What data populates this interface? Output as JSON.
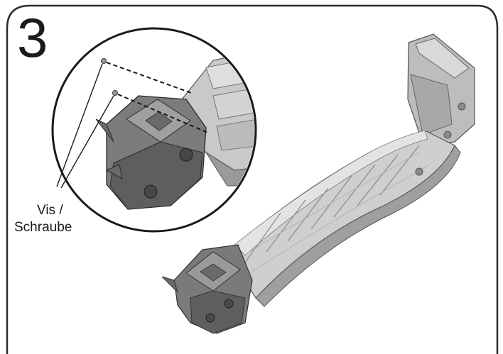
{
  "step": {
    "number": "3"
  },
  "callout": {
    "line1": "Vis /",
    "line2": "Schraube"
  },
  "colors": {
    "part_light": "#cfcfcf",
    "part_mid": "#a9a9a9",
    "part_dark": "#6f6f6f",
    "outline": "#1a1a1a",
    "frame": "#2a2a2a"
  }
}
